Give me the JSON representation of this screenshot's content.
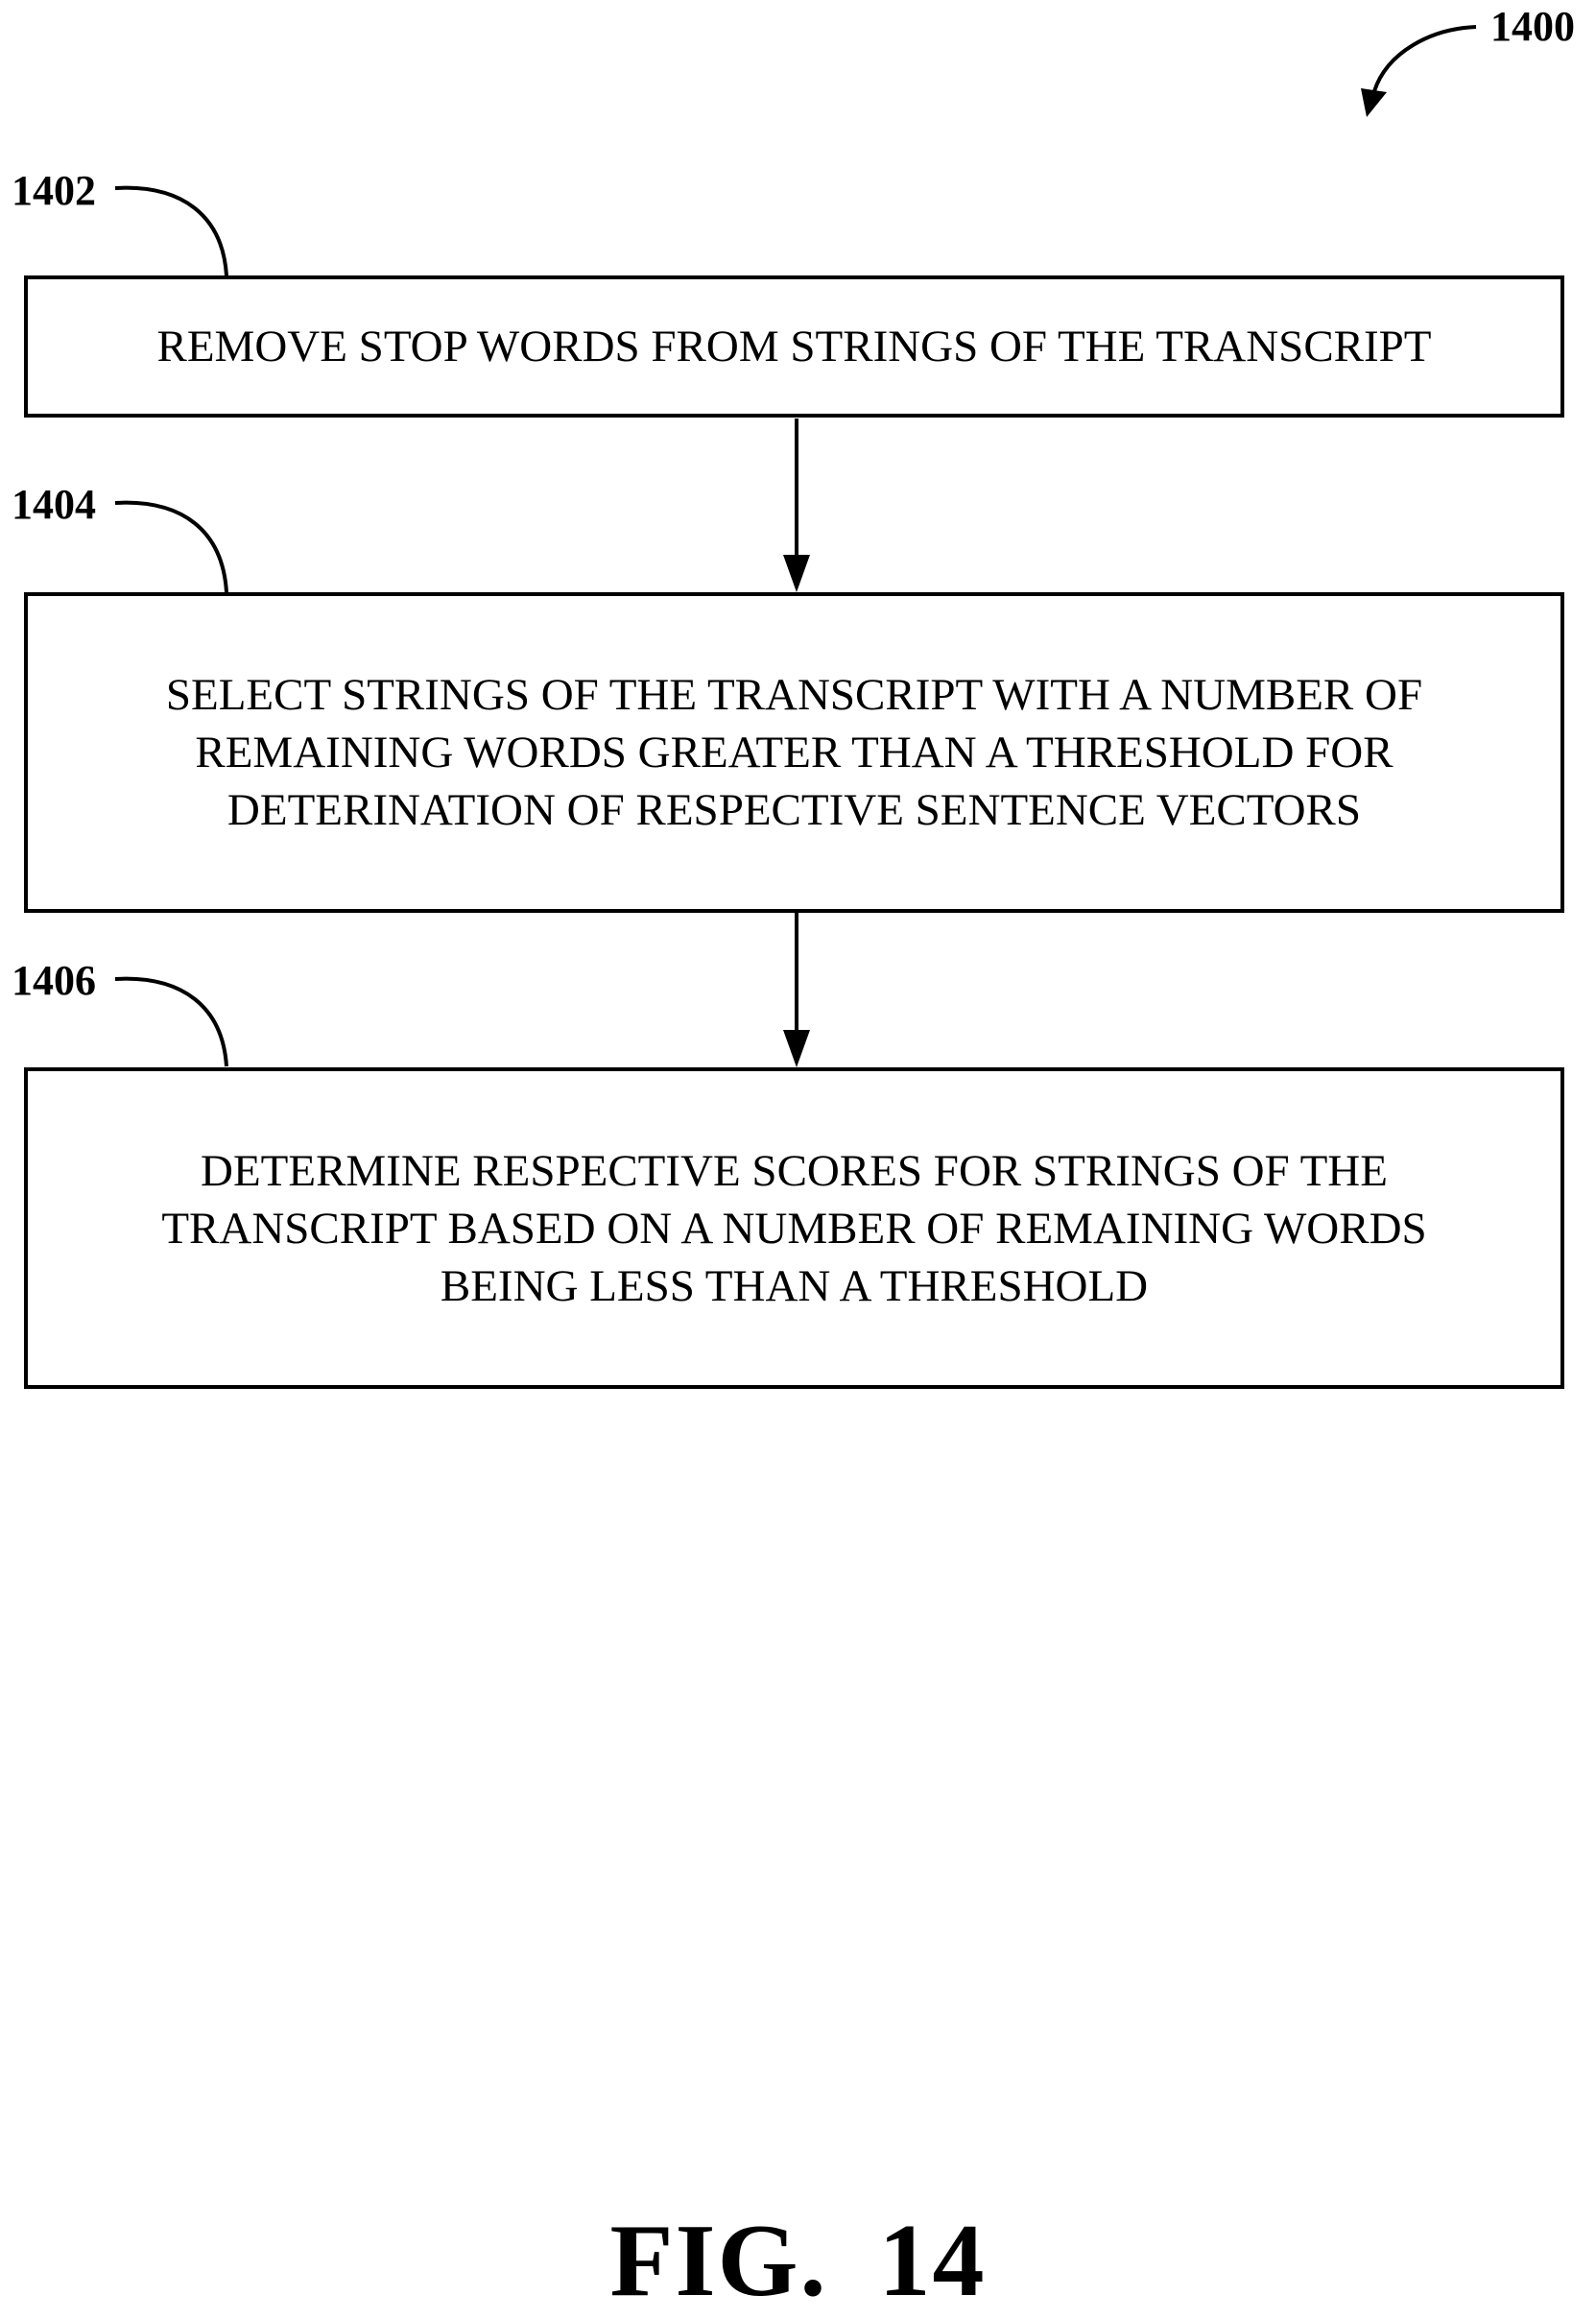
{
  "figure": {
    "ref_number": "1400",
    "caption": "FIG. 14"
  },
  "steps": [
    {
      "ref": "1402",
      "text": "REMOVE STOP WORDS FROM STRINGS OF THE TRANSCRIPT"
    },
    {
      "ref": "1404",
      "text": "SELECT STRINGS OF THE TRANSCRIPT WITH A NUMBER OF\nREMAINING WORDS GREATER THAN A THRESHOLD FOR\nDETERINATION OF RESPECTIVE SENTENCE VECTORS"
    },
    {
      "ref": "1406",
      "text": "DETERMINE RESPECTIVE SCORES FOR STRINGS OF THE\nTRANSCRIPT BASED ON A NUMBER OF REMAINING WORDS\nBEING LESS THAN A THRESHOLD"
    }
  ]
}
